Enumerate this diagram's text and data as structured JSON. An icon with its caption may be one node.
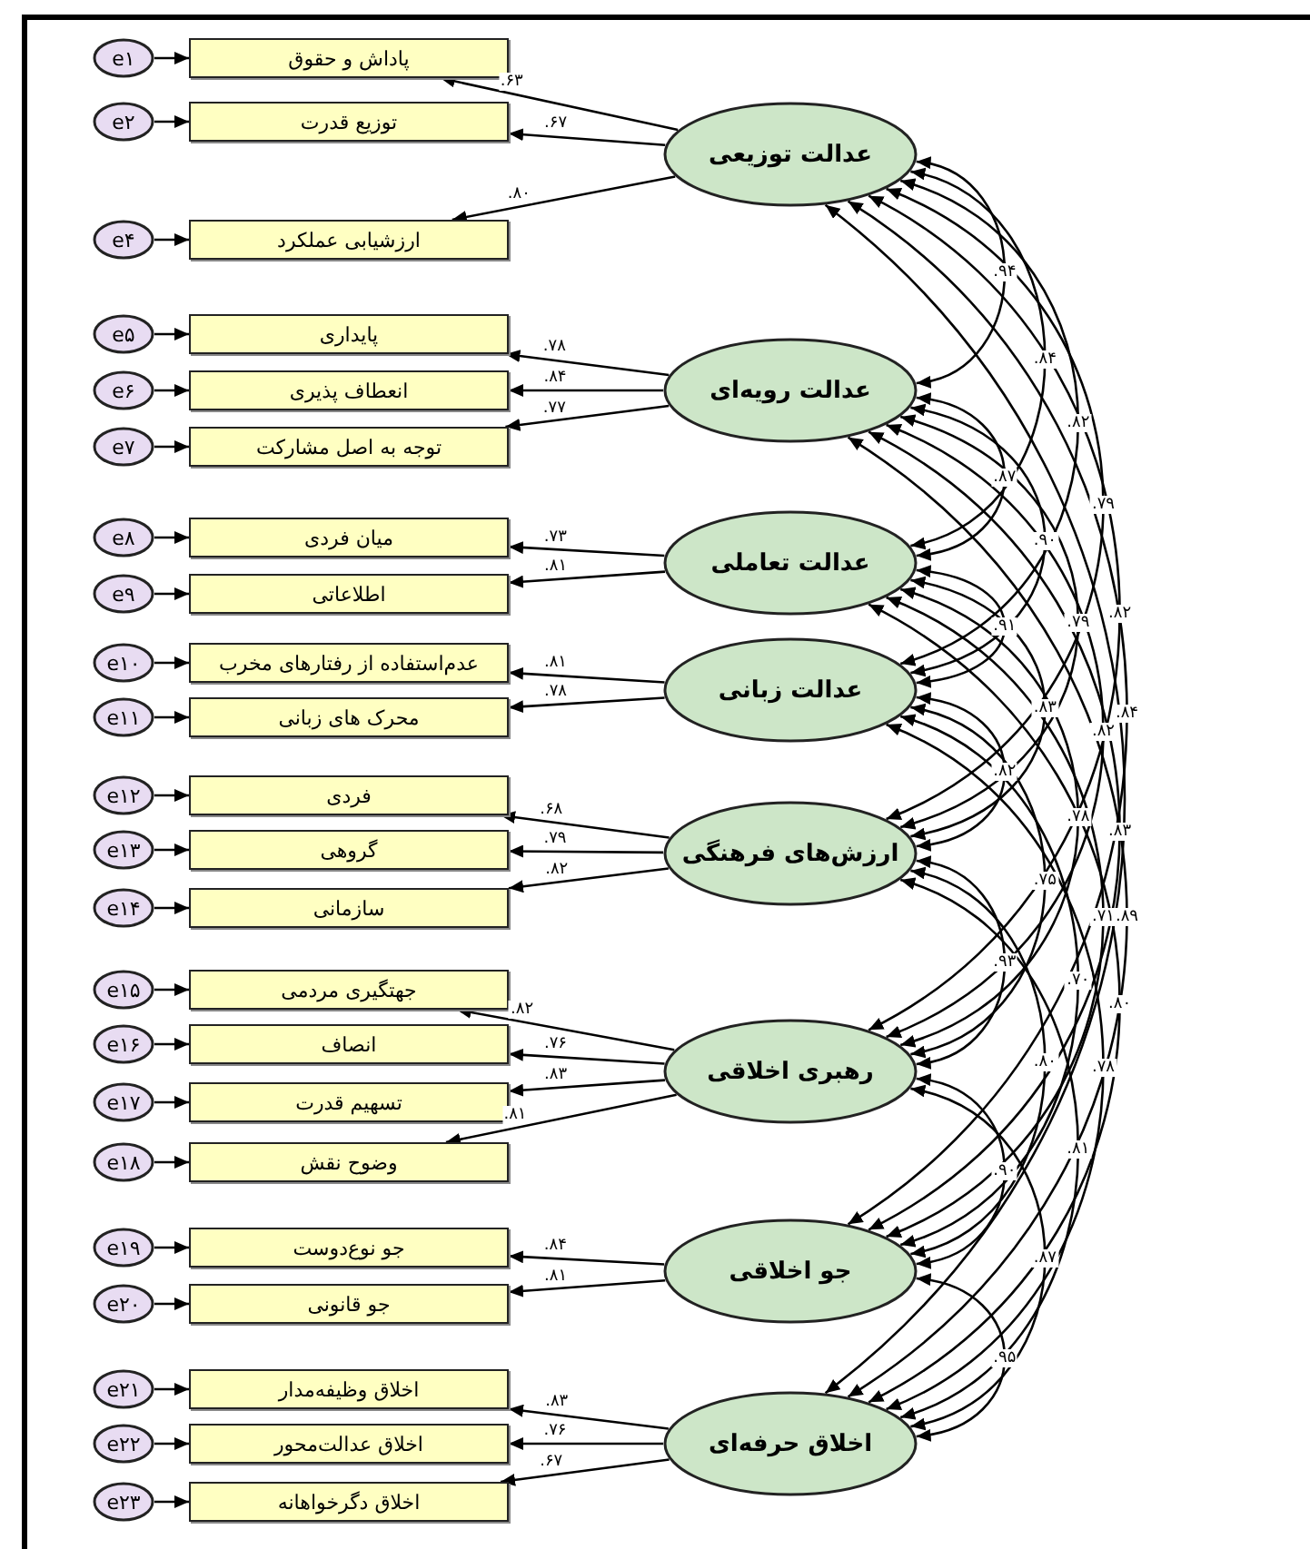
{
  "diagram": {
    "nodes": [
      {
        "text": [
          "عدالت توزیعی"
        ]
      },
      {
        "text": [
          "عدالت رویه‌ای"
        ]
      },
      {
        "text": [
          "عدالت تعاملی"
        ]
      },
      {
        "text": [
          "عدالت زبانی"
        ]
      },
      {
        "text": [
          "ارزش‌های فرهنگی"
        ]
      },
      {
        "text": [
          "رهبری اخلاقی"
        ]
      },
      {
        "text": [
          "جو اخلاقی"
        ]
      },
      {
        "text": [
          "اخلاق حرفه‌ای"
        ]
      },
      {
        "text": [
          "پاداش و حقوق"
        ]
      },
      {
        "text": [
          "توزیع قدرت"
        ]
      },
      {
        "text": [
          "ارزشیابی عملکرد"
        ]
      },
      {
        "text": [
          "پایداری"
        ]
      },
      {
        "text": [
          "انعطاف پذیری"
        ]
      },
      {
        "text": [
          "توجه به اصل مشارکت"
        ]
      },
      {
        "text": [
          "میان فردی"
        ]
      },
      {
        "text": [
          "اطلاعاتی"
        ]
      },
      {
        "text": [
          "عدم‌استفاده از رفتارهای مخرب"
        ]
      },
      {
        "text": [
          "محرک های زبانی"
        ]
      },
      {
        "text": [
          "فردی"
        ]
      },
      {
        "text": [
          "گروهی"
        ]
      },
      {
        "text": [
          "سازمانی"
        ]
      },
      {
        "text": [
          "جهتگیری مردمی"
        ]
      },
      {
        "text": [
          "انصاف"
        ]
      },
      {
        "text": [
          "تسهیم قدرت"
        ]
      },
      {
        "text": [
          "وضوح نقش"
        ]
      },
      {
        "text": [
          "جو نوع‌دوست"
        ]
      },
      {
        "text": [
          "جو قانونی"
        ]
      },
      {
        "text": [
          "اخلاق وظیفه‌مدار"
        ]
      },
      {
        "text": [
          "اخلاق عدالت‌محور"
        ]
      },
      {
        "text": [
          "اخلاق دگرخواهانه"
        ]
      },
      {
        "text": [
          "e۱"
        ]
      },
      {
        "text": [
          "e۲"
        ]
      },
      {
        "text": [
          "e۴"
        ]
      },
      {
        "text": [
          "e۵"
        ]
      },
      {
        "text": [
          "e۶"
        ]
      },
      {
        "text": [
          "e۷"
        ]
      },
      {
        "text": [
          "e۸"
        ]
      },
      {
        "text": [
          "e۹"
        ]
      },
      {
        "text": [
          "e۱۰"
        ]
      },
      {
        "text": [
          "e۱۱"
        ]
      },
      {
        "text": [
          "e۱۲"
        ]
      },
      {
        "text": [
          "e۱۳"
        ]
      },
      {
        "text": [
          "e۱۴"
        ]
      },
      {
        "text": [
          "e۱۵"
        ]
      },
      {
        "text": [
          "e۱۶"
        ]
      },
      {
        "text": [
          "e۱۷"
        ]
      },
      {
        "text": [
          "e۱۸"
        ]
      },
      {
        "text": [
          "e۱۹"
        ]
      },
      {
        "text": [
          "e۲۰"
        ]
      },
      {
        "text": [
          "e۲۱"
        ]
      },
      {
        "text": [
          "e۲۲"
        ]
      },
      {
        "text": [
          "e۲۳"
        ]
      }
    ],
    "edges": [
      {
        "from": 30,
        "to": 8,
        "arrow": "to"
      },
      {
        "from": 31,
        "to": 9,
        "arrow": "to"
      },
      {
        "from": 32,
        "to": 10,
        "arrow": "to"
      },
      {
        "from": 33,
        "to": 11,
        "arrow": "to"
      },
      {
        "from": 34,
        "to": 12,
        "arrow": "to"
      },
      {
        "from": 35,
        "to": 13,
        "arrow": "to"
      },
      {
        "from": 36,
        "to": 14,
        "arrow": "to"
      },
      {
        "from": 37,
        "to": 15,
        "arrow": "to"
      },
      {
        "from": 38,
        "to": 16,
        "arrow": "to"
      },
      {
        "from": 39,
        "to": 17,
        "arrow": "to"
      },
      {
        "from": 40,
        "to": 18,
        "arrow": "to"
      },
      {
        "from": 41,
        "to": 19,
        "arrow": "to"
      },
      {
        "from": 42,
        "to": 20,
        "arrow": "to"
      },
      {
        "from": 43,
        "to": 21,
        "arrow": "to"
      },
      {
        "from": 44,
        "to": 22,
        "arrow": "to"
      },
      {
        "from": 45,
        "to": 23,
        "arrow": "to"
      },
      {
        "from": 46,
        "to": 24,
        "arrow": "to"
      },
      {
        "from": 47,
        "to": 25,
        "arrow": "to"
      },
      {
        "from": 48,
        "to": 26,
        "arrow": "to"
      },
      {
        "from": 49,
        "to": 27,
        "arrow": "to"
      },
      {
        "from": 50,
        "to": 28,
        "arrow": "to"
      },
      {
        "from": 51,
        "to": 29,
        "arrow": "to"
      },
      {
        "from": 0,
        "to": 8,
        "arrow": "to",
        "label": ".۶۳"
      },
      {
        "from": 0,
        "to": 9,
        "arrow": "to",
        "label": ".۶۷"
      },
      {
        "from": 0,
        "to": 10,
        "arrow": "to",
        "label": ".۸۰"
      },
      {
        "from": 1,
        "to": 11,
        "arrow": "to",
        "label": ".۷۸"
      },
      {
        "from": 1,
        "to": 12,
        "arrow": "to",
        "label": ".۸۴"
      },
      {
        "from": 1,
        "to": 13,
        "arrow": "to",
        "label": ".۷۷"
      },
      {
        "from": 2,
        "to": 14,
        "arrow": "to",
        "label": ".۷۳"
      },
      {
        "from": 2,
        "to": 15,
        "arrow": "to",
        "label": ".۸۱"
      },
      {
        "from": 3,
        "to": 16,
        "arrow": "to",
        "label": ".۸۱"
      },
      {
        "from": 3,
        "to": 17,
        "arrow": "to",
        "label": ".۷۸"
      },
      {
        "from": 4,
        "to": 18,
        "arrow": "to",
        "label": ".۶۸"
      },
      {
        "from": 4,
        "to": 19,
        "arrow": "to",
        "label": ".۷۹"
      },
      {
        "from": 4,
        "to": 20,
        "arrow": "to",
        "label": ".۸۲"
      },
      {
        "from": 5,
        "to": 21,
        "arrow": "to",
        "label": ".۸۲"
      },
      {
        "from": 5,
        "to": 22,
        "arrow": "to",
        "label": ".۷۶"
      },
      {
        "from": 5,
        "to": 23,
        "arrow": "to",
        "label": ".۸۳"
      },
      {
        "from": 5,
        "to": 24,
        "arrow": "to",
        "label": ".۸۱"
      },
      {
        "from": 6,
        "to": 25,
        "arrow": "to",
        "label": ".۸۴"
      },
      {
        "from": 6,
        "to": 26,
        "arrow": "to",
        "label": ".۸۱"
      },
      {
        "from": 7,
        "to": 27,
        "arrow": "to",
        "label": ".۸۳"
      },
      {
        "from": 7,
        "to": 28,
        "arrow": "to",
        "label": ".۷۶"
      },
      {
        "from": 7,
        "to": 29,
        "arrow": "to",
        "label": ".۶۷"
      },
      {
        "from": 0,
        "to": 1,
        "arrow": "both",
        "label": ".۹۴"
      },
      {
        "from": 0,
        "to": 2,
        "arrow": "both",
        "label": ".۸۴"
      },
      {
        "from": 0,
        "to": 3,
        "arrow": "both",
        "label": ".۸۲"
      },
      {
        "from": 0,
        "to": 4,
        "arrow": "both",
        "label": ".۷۹"
      },
      {
        "from": 0,
        "to": 5,
        "arrow": "both",
        "label": ".۸۲"
      },
      {
        "from": 0,
        "to": 6,
        "arrow": "both",
        "label": ".۸۴"
      },
      {
        "from": 0,
        "to": 7,
        "arrow": "both"
      },
      {
        "from": 1,
        "to": 2,
        "arrow": "both",
        "label": ".۸۷"
      },
      {
        "from": 1,
        "to": 3,
        "arrow": "both",
        "label": ".۹۰"
      },
      {
        "from": 1,
        "to": 4,
        "arrow": "both",
        "label": ".۷۹"
      },
      {
        "from": 1,
        "to": 5,
        "arrow": "both",
        "label": ".۸۲"
      },
      {
        "from": 1,
        "to": 6,
        "arrow": "both",
        "label": ".۸۳"
      },
      {
        "from": 1,
        "to": 7,
        "arrow": "both",
        "label": ".۸۹"
      },
      {
        "from": 2,
        "to": 3,
        "arrow": "both",
        "label": ".۹۱"
      },
      {
        "from": 2,
        "to": 4,
        "arrow": "both",
        "label": ".۸۳"
      },
      {
        "from": 2,
        "to": 5,
        "arrow": "both",
        "label": ".۷۸"
      },
      {
        "from": 2,
        "to": 6,
        "arrow": "both",
        "label": ".۷۱"
      },
      {
        "from": 2,
        "to": 7,
        "arrow": "both",
        "label": ".۸۰"
      },
      {
        "from": 3,
        "to": 4,
        "arrow": "both",
        "label": ".۸۲"
      },
      {
        "from": 3,
        "to": 5,
        "arrow": "both",
        "label": ".۷۵"
      },
      {
        "from": 3,
        "to": 6,
        "arrow": "both",
        "label": ".۷۰"
      },
      {
        "from": 3,
        "to": 7,
        "arrow": "both",
        "label": ".۷۸"
      },
      {
        "from": 4,
        "to": 5,
        "arrow": "both",
        "label": ".۹۳"
      },
      {
        "from": 4,
        "to": 6,
        "arrow": "both",
        "label": ".۸۰"
      },
      {
        "from": 4,
        "to": 7,
        "arrow": "both",
        "label": ".۸۱"
      },
      {
        "from": 5,
        "to": 6,
        "arrow": "both",
        "label": ".۹۰"
      },
      {
        "from": 5,
        "to": 7,
        "arrow": "both",
        "label": ".۸۷"
      },
      {
        "from": 6,
        "to": 7,
        "arrow": "both",
        "label": ".۹۵"
      }
    ]
  }
}
